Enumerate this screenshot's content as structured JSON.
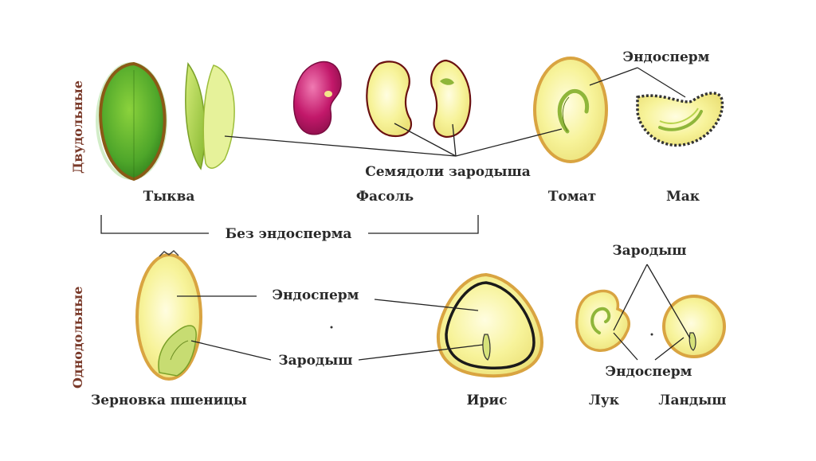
{
  "groups": {
    "dicots": "Двудольные",
    "monocots": "Однодольные"
  },
  "labels": {
    "endosperm": "Эндосперм",
    "cotyledons": "Семядоли зародыша",
    "without_endosperm": "Без эндосперма",
    "embryo": "Зародыш"
  },
  "seeds": {
    "pumpkin": "Тыква",
    "bean": "Фасоль",
    "tomato": "Томат",
    "poppy": "Мак",
    "wheat": "Зерновка пшеницы",
    "iris": "Ирис",
    "onion": "Лук",
    "lily": "Ландыш"
  },
  "colors": {
    "seed_yellow": "#f6f39a",
    "seed_border": "#d9a441",
    "pumpkin_green": "#3f9a22",
    "bean_magenta": "#c2186a"
  }
}
